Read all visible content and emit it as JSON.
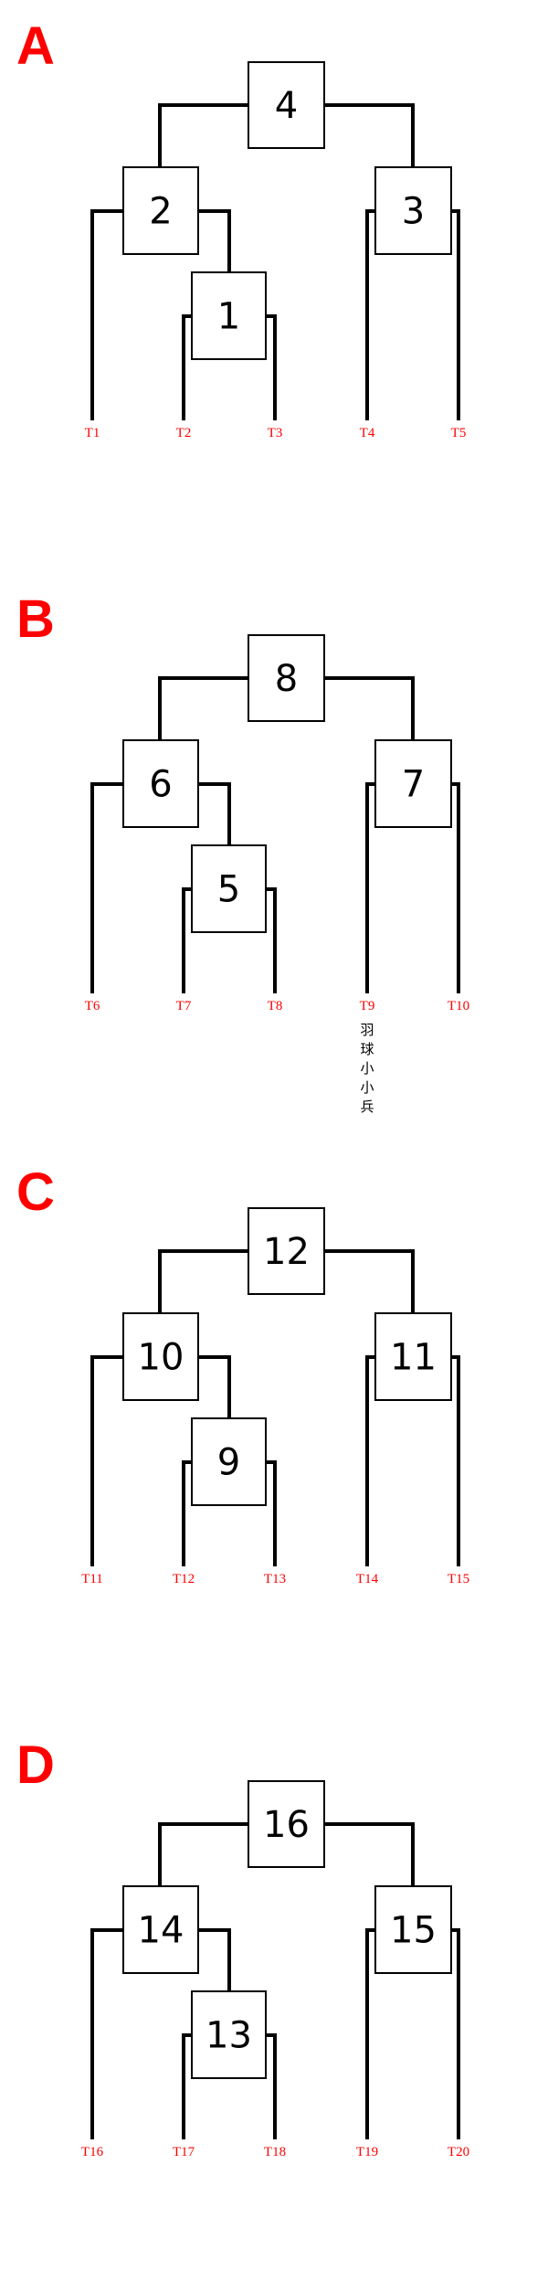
{
  "colors": {
    "panel_letter": "#ff0000",
    "tip_label": "#ff0000",
    "line": "#000000"
  },
  "panels": [
    {
      "letter": "A",
      "nodes": {
        "root": "4",
        "left": "2",
        "inner": "1",
        "right": "3"
      },
      "tips": [
        "T1",
        "T2",
        "T3",
        "T4",
        "T5"
      ]
    },
    {
      "letter": "B",
      "nodes": {
        "root": "8",
        "left": "6",
        "inner": "5",
        "right": "7"
      },
      "tips": [
        "T6",
        "T7",
        "T8",
        "T9",
        "T10"
      ]
    },
    {
      "letter": "C",
      "nodes": {
        "root": "12",
        "left": "10",
        "inner": "9",
        "right": "11"
      },
      "tips": [
        "T11",
        "T12",
        "T13",
        "T14",
        "T15"
      ]
    },
    {
      "letter": "D",
      "nodes": {
        "root": "16",
        "left": "14",
        "inner": "13",
        "right": "15"
      },
      "tips": [
        "T16",
        "T17",
        "T18",
        "T19",
        "T20"
      ]
    }
  ],
  "watermark_vertical": [
    "羽",
    "球",
    "小",
    "小",
    "兵"
  ]
}
